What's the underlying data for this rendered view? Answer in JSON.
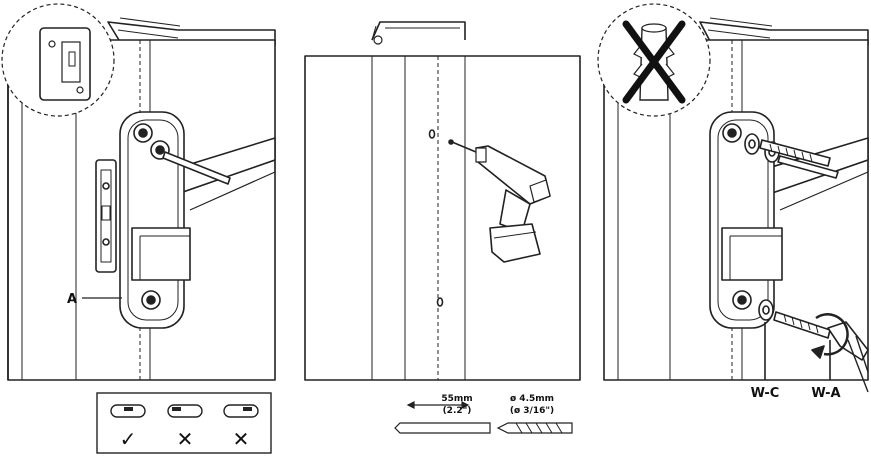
{
  "panel1": {
    "label_a": "A",
    "checks": [
      "✓",
      "✕",
      "✕"
    ]
  },
  "panel2": {
    "dim_length": "55mm",
    "dim_length_in": "(2.2\")",
    "dim_diameter": "ø 4.5mm",
    "dim_diameter_in": "(ø 3/16\")"
  },
  "panel3": {
    "label_wc": "W-C",
    "label_wa": "W-A"
  },
  "colors": {
    "line": "#222222",
    "light": "#e6e6e6",
    "mid": "#cfcfcf",
    "white": "#ffffff"
  }
}
